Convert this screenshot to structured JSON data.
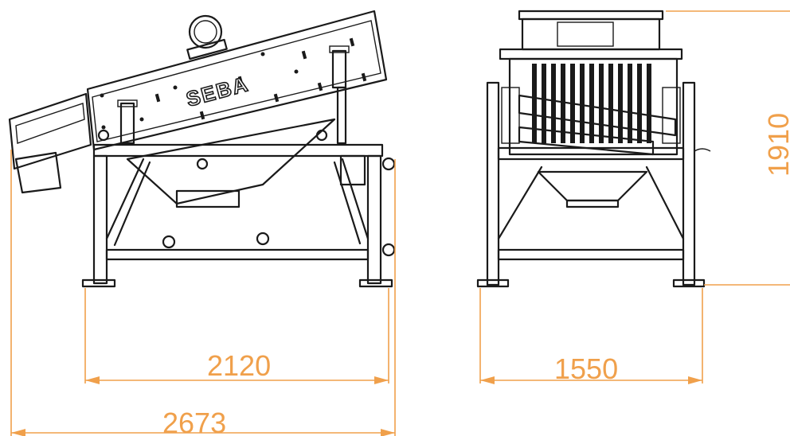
{
  "brand": {
    "logo_text": "SEBA"
  },
  "dimensions": {
    "side_frame_width": "2120",
    "side_overall_length": "2673",
    "front_width": "1550",
    "overall_height": "1910"
  },
  "colors": {
    "drawing_lines": "#1a1a1a",
    "dimension_lines": "#f0a04b",
    "background": "#ffffff"
  }
}
